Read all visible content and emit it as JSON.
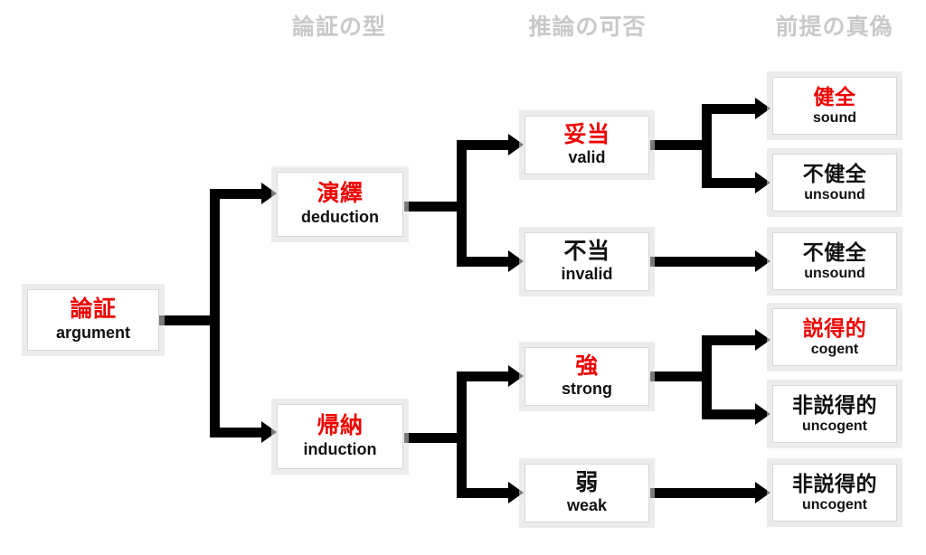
{
  "diagram": {
    "title_headers": [
      {
        "label": "論証の型",
        "name": "header-argument-type"
      },
      {
        "label": "推論の可否",
        "name": "header-inference-validity"
      },
      {
        "label": "前提の真偽",
        "name": "header-premise-truth"
      }
    ],
    "colors": {
      "highlight": "#ee0000",
      "text": "#111111",
      "header": "#c9c9c9",
      "connector": "#000000",
      "box_bg": "#ffffff",
      "box_shadow": "#dddddd"
    },
    "nodes": {
      "root": {
        "jp": "論証",
        "en": "argument",
        "jp_color": "red"
      },
      "deduction": {
        "jp": "演繹",
        "en": "deduction",
        "jp_color": "red"
      },
      "induction": {
        "jp": "帰納",
        "en": "induction",
        "jp_color": "red"
      },
      "valid": {
        "jp": "妥当",
        "en": "valid",
        "jp_color": "red"
      },
      "invalid": {
        "jp": "不当",
        "en": "invalid",
        "jp_color": "black"
      },
      "strong": {
        "jp": "強",
        "en": "strong",
        "jp_color": "red"
      },
      "weak": {
        "jp": "弱",
        "en": "weak",
        "jp_color": "black"
      },
      "sound": {
        "jp": "健全",
        "en": "sound",
        "jp_color": "red"
      },
      "unsound1": {
        "jp": "不健全",
        "en": "unsound",
        "jp_color": "black"
      },
      "unsound2": {
        "jp": "不健全",
        "en": "unsound",
        "jp_color": "black"
      },
      "cogent": {
        "jp": "説得的",
        "en": "cogent",
        "jp_color": "red"
      },
      "uncogent1": {
        "jp": "非説得的",
        "en": "uncogent",
        "jp_color": "black"
      },
      "uncogent2": {
        "jp": "非説得的",
        "en": "uncogent",
        "jp_color": "black"
      }
    }
  }
}
